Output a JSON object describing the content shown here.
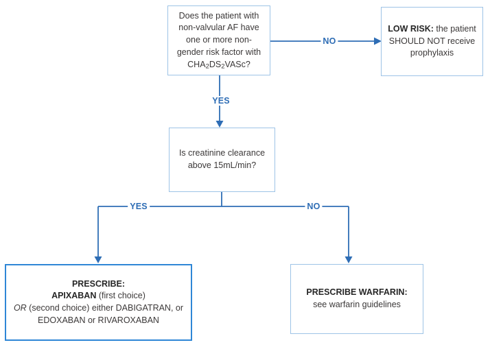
{
  "colors": {
    "box_border_light": "#9dc3e6",
    "box_border_highlight": "#2e86d6",
    "arrow": "#2e6db5",
    "text": "#3b3838"
  },
  "nodes": {
    "question_af": {
      "text_before": "Does the patient with non-valvular AF have one or more non-gender risk factor with ",
      "score": {
        "p1": "CHA",
        "s1": "2",
        "p2": "DS",
        "s2": "2",
        "p3": "VASc?"
      }
    },
    "low_risk": {
      "bold": "LOW RISK:",
      "rest": " the patient SHOULD NOT receive prophylaxis"
    },
    "question_creatinine": {
      "text": "Is creatinine clearance above 15mL/min?"
    },
    "prescribe_doac": {
      "line1": "PRESCRIBE:",
      "line2_bold": "APIXABAN",
      "line2_rest": " (first choice)",
      "line3_italic": "OR",
      "line3_rest": " (second choice) either DABIGATRAN, or",
      "line4": "EDOXABAN or RIVAROXABAN"
    },
    "prescribe_warfarin": {
      "bold": "PRESCRIBE WARFARIN:",
      "rest": "see warfarin guidelines"
    }
  },
  "labels": {
    "no_top": "NO",
    "yes_top": "YES",
    "yes_branch": "YES",
    "no_branch": "NO"
  }
}
